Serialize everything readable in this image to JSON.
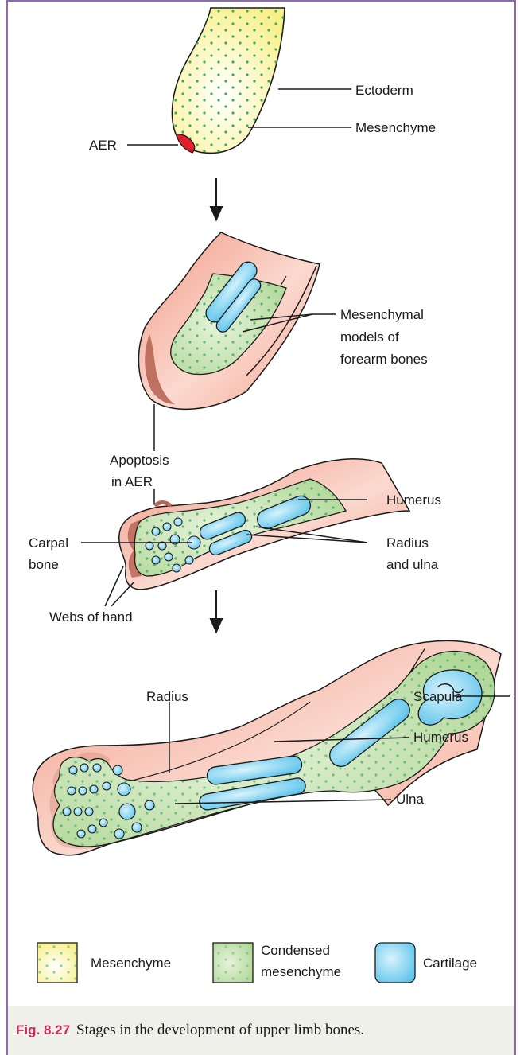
{
  "stage1": {
    "ectoderm": "Ectoderm",
    "mesenchyme": "Mesenchyme",
    "aer": "AER"
  },
  "stage2": {
    "models": [
      "Mesenchymal",
      "models of",
      "forearm bones"
    ],
    "apoptosis": [
      "Apoptosis",
      "in AER"
    ]
  },
  "stage3": {
    "humerus": "Humerus",
    "radius_ulna": [
      "Radius",
      "and ulna"
    ],
    "carpal": [
      "Carpal",
      "bone"
    ],
    "webs": "Webs of hand"
  },
  "stage4": {
    "radius": "Radius",
    "scapula": "Scapula",
    "humerus": "Humerus",
    "ulna": "Ulna"
  },
  "legend": [
    {
      "label": "Mesenchyme",
      "color": "#fdf7a8"
    },
    {
      "label": "Condensed mesenchyme",
      "label_lines": [
        "Condensed",
        "mesenchyme"
      ],
      "color": "#bfdfa9"
    },
    {
      "label": "Cartilage",
      "color": "#5ec8ee"
    }
  ],
  "caption": {
    "number": "Fig. 8.27",
    "text": "Stages in the development of upper limb bones."
  },
  "colors": {
    "frame": "#8c6bb3",
    "caption_bg": "#eef0e9",
    "caption_number": "#d02a60",
    "aer": "#e0202a",
    "limb_pink": "#f3a390",
    "dots": "#2aa050"
  }
}
